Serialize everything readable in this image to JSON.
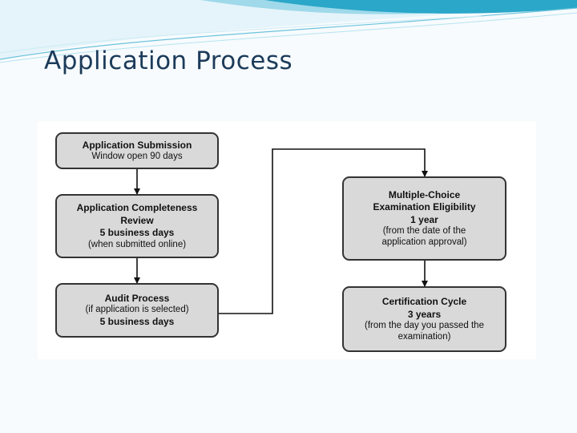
{
  "slide": {
    "title": "Application Process",
    "colors": {
      "accent": "#2aa7c9",
      "title": "#1c3b5a",
      "box_fill": "#d9d9d9",
      "box_border": "#333333"
    }
  },
  "diagram": {
    "boxes": [
      {
        "id": "application-submission",
        "lines": [
          "Application Submission",
          "Window open 90 days"
        ]
      },
      {
        "id": "completeness-review",
        "lines": [
          "Application Completeness",
          "Review",
          "5 business days",
          "(when submitted online)"
        ]
      },
      {
        "id": "audit-process",
        "lines": [
          "Audit Process",
          "(if application is selected)",
          "5 business days"
        ]
      },
      {
        "id": "exam-eligibility",
        "lines": [
          "Multiple-Choice",
          "Examination Eligibility",
          "1 year",
          "(from the date of the",
          "application approval)"
        ]
      },
      {
        "id": "certification-cycle",
        "lines": [
          "Certification Cycle",
          "3 years",
          "(from the day you passed the",
          "examination)"
        ]
      }
    ]
  }
}
